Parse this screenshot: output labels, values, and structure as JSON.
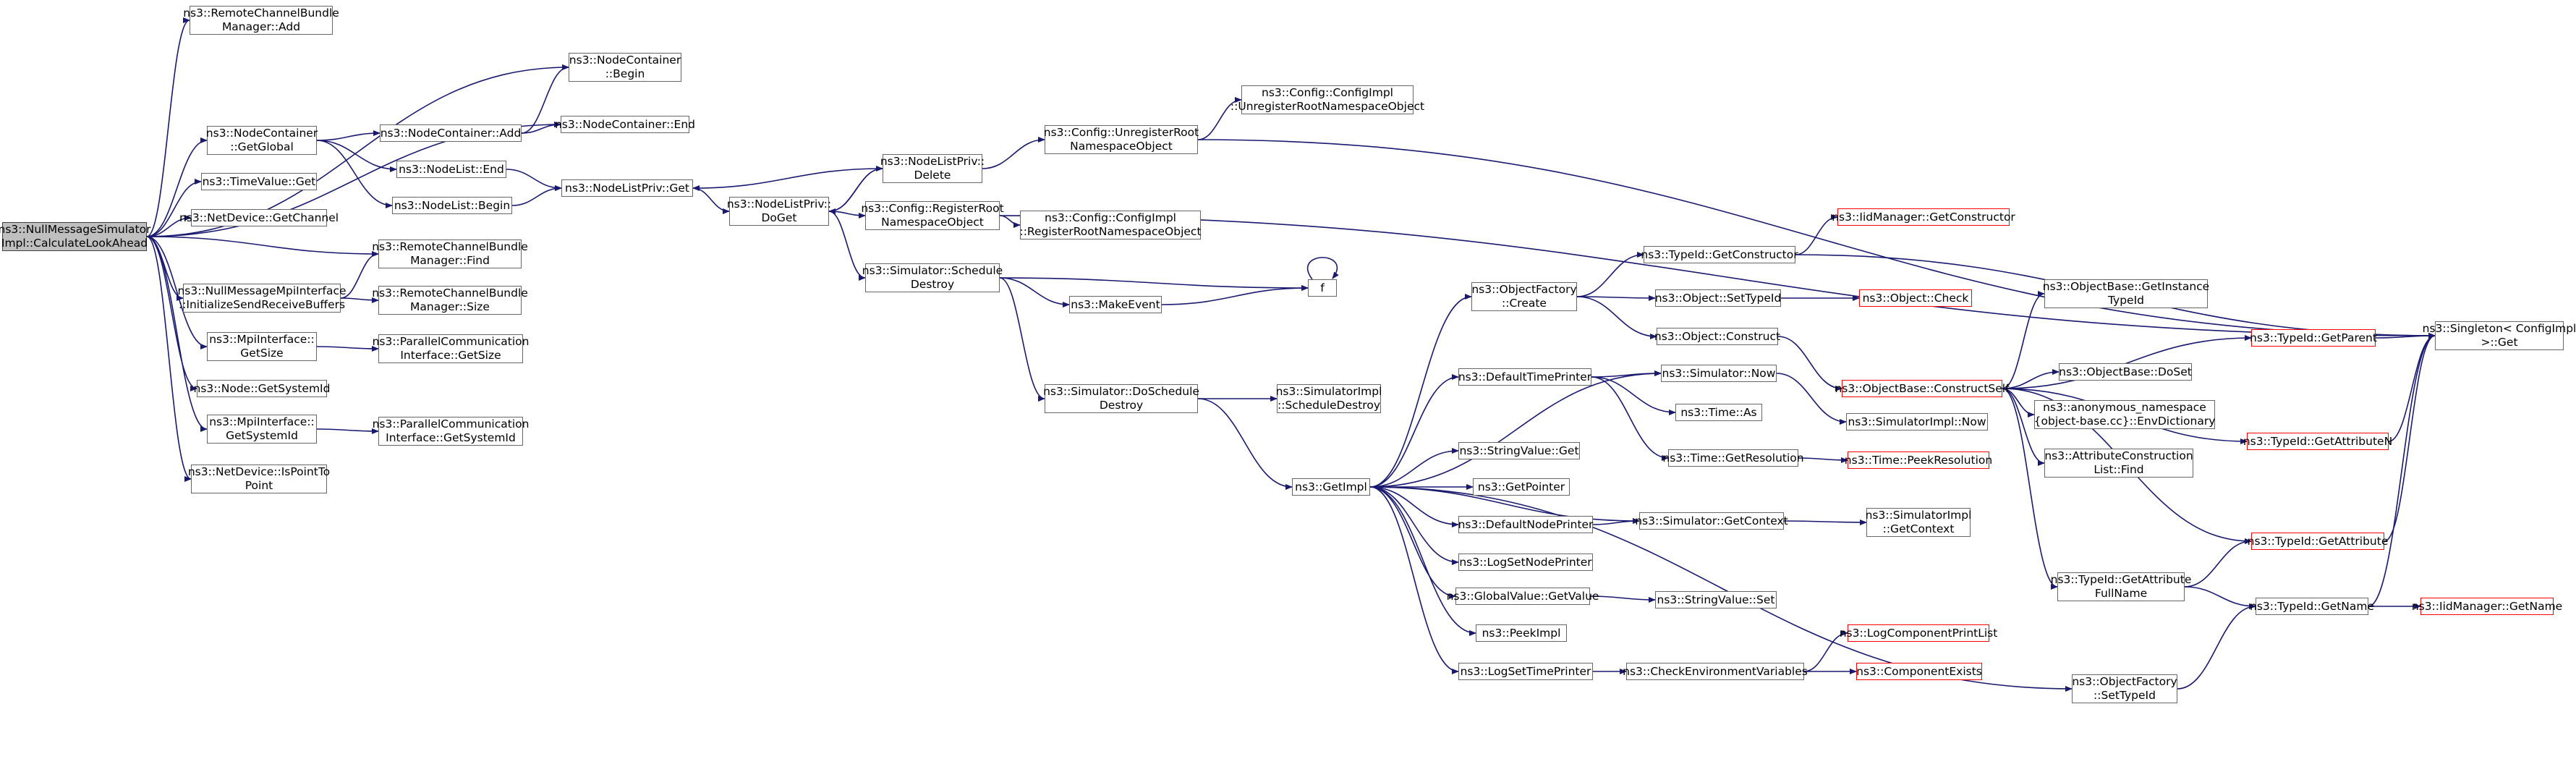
{
  "diagram": {
    "edge_color": "#191970",
    "nodes": [
      {
        "id": "root",
        "label": "ns3::NullMessageSimulator\nImpl::CalculateLookAhead",
        "style": "root"
      },
      {
        "id": "rcb_add",
        "label": "ns3::RemoteChannelBundle\nManager::Add"
      },
      {
        "id": "nc_begin",
        "label": "ns3::NodeContainer\n::Begin"
      },
      {
        "id": "nc_getglobal",
        "label": "ns3::NodeContainer\n::GetGlobal"
      },
      {
        "id": "nc_add",
        "label": "ns3::NodeContainer::Add"
      },
      {
        "id": "nc_end",
        "label": "ns3::NodeContainer::End"
      },
      {
        "id": "nl_end",
        "label": "ns3::NodeList::End"
      },
      {
        "id": "nl_begin",
        "label": "ns3::NodeList::Begin"
      },
      {
        "id": "timevalue_get",
        "label": "ns3::TimeValue::Get"
      },
      {
        "id": "netdev_getchannel",
        "label": "ns3::NetDevice::GetChannel"
      },
      {
        "id": "nlp_get",
        "label": "ns3::NodeListPriv::Get"
      },
      {
        "id": "nlp_doget",
        "label": "ns3::NodeListPriv::\nDoGet"
      },
      {
        "id": "nlp_delete",
        "label": "ns3::NodeListPriv::\nDelete"
      },
      {
        "id": "cfg_unreg",
        "label": "ns3::Config::UnregisterRoot\nNamespaceObject"
      },
      {
        "id": "cfgimpl_unreg",
        "label": "ns3::Config::ConfigImpl\n::UnregisterRootNamespaceObject"
      },
      {
        "id": "cfg_reg",
        "label": "ns3::Config::RegisterRoot\nNamespaceObject"
      },
      {
        "id": "cfgimpl_reg",
        "label": "ns3::Config::ConfigImpl\n::RegisterRootNamespaceObject"
      },
      {
        "id": "rcb_find",
        "label": "ns3::RemoteChannelBundle\nManager::Find"
      },
      {
        "id": "nmmpi_init",
        "label": "ns3::NullMessageMpiInterface\n::InitializeSendReceiveBuffers"
      },
      {
        "id": "rcb_size",
        "label": "ns3::RemoteChannelBundle\nManager::Size"
      },
      {
        "id": "mpi_getsize",
        "label": "ns3::MpiInterface::\nGetSize"
      },
      {
        "id": "pci_getsize",
        "label": "ns3::ParallelCommunication\nInterface::GetSize"
      },
      {
        "id": "node_getsysid",
        "label": "ns3::Node::GetSystemId"
      },
      {
        "id": "mpi_getsysid",
        "label": "ns3::MpiInterface::\nGetSystemId"
      },
      {
        "id": "pci_getsysid",
        "label": "ns3::ParallelCommunication\nInterface::GetSystemId"
      },
      {
        "id": "netdev_ispp",
        "label": "ns3::NetDevice::IsPointTo\nPoint"
      },
      {
        "id": "sim_sched_destroy",
        "label": "ns3::Simulator::Schedule\nDestroy"
      },
      {
        "id": "makeevent",
        "label": "ns3::MakeEvent"
      },
      {
        "id": "f",
        "label": "f"
      },
      {
        "id": "sim_dosched_destroy",
        "label": "ns3::Simulator::DoSchedule\nDestroy"
      },
      {
        "id": "simimpl_sched_destroy",
        "label": "ns3::SimulatorImpl\n::ScheduleDestroy"
      },
      {
        "id": "getimpl",
        "label": "ns3::GetImpl"
      },
      {
        "id": "objfactory_create",
        "label": "ns3::ObjectFactory\n::Create"
      },
      {
        "id": "typeid_getctor",
        "label": "ns3::TypeId::GetConstructor"
      },
      {
        "id": "iidmgr_getctor",
        "label": "ns3::IidManager::GetConstructor",
        "style": "red"
      },
      {
        "id": "object_settypeid",
        "label": "ns3::Object::SetTypeId"
      },
      {
        "id": "object_check",
        "label": "ns3::Object::Check",
        "style": "red"
      },
      {
        "id": "object_construct",
        "label": "ns3::Object::Construct"
      },
      {
        "id": "defaulttimeprinter",
        "label": "ns3::DefaultTimePrinter"
      },
      {
        "id": "sim_now",
        "label": "ns3::Simulator::Now"
      },
      {
        "id": "time_as",
        "label": "ns3::Time::As"
      },
      {
        "id": "simimpl_now",
        "label": "ns3::SimulatorImpl::Now"
      },
      {
        "id": "time_getres",
        "label": "ns3::Time::GetResolution"
      },
      {
        "id": "time_peekres",
        "label": "ns3::Time::PeekResolution",
        "style": "red"
      },
      {
        "id": "stringvalue_get",
        "label": "ns3::StringValue::Get"
      },
      {
        "id": "getpointer",
        "label": "ns3::GetPointer"
      },
      {
        "id": "defaultnodeprinter",
        "label": "ns3::DefaultNodePrinter"
      },
      {
        "id": "sim_getcontext",
        "label": "ns3::Simulator::GetContext"
      },
      {
        "id": "simimpl_getcontext",
        "label": "ns3::SimulatorImpl\n::GetContext"
      },
      {
        "id": "logsetnodeprinter",
        "label": "ns3::LogSetNodePrinter"
      },
      {
        "id": "globalvalue_getvalue",
        "label": "ns3::GlobalValue::GetValue"
      },
      {
        "id": "stringvalue_set",
        "label": "ns3::StringValue::Set"
      },
      {
        "id": "peekimpl",
        "label": "ns3::PeekImpl"
      },
      {
        "id": "logsettimeprinter",
        "label": "ns3::LogSetTimePrinter"
      },
      {
        "id": "checkenv",
        "label": "ns3::CheckEnvironmentVariables"
      },
      {
        "id": "logcompprintlist",
        "label": "ns3::LogComponentPrintList",
        "style": "red"
      },
      {
        "id": "compexists",
        "label": "ns3::ComponentExists",
        "style": "red"
      },
      {
        "id": "objbase_constructself",
        "label": "ns3::ObjectBase::ConstructSelf",
        "style": "red"
      },
      {
        "id": "objbase_getinsttypeid",
        "label": "ns3::ObjectBase::GetInstance\nTypeId"
      },
      {
        "id": "objbase_doset",
        "label": "ns3::ObjectBase::DoSet"
      },
      {
        "id": "anon_envdict",
        "label": "ns3::anonymous_namespace\n{object-base.cc}::EnvDictionary"
      },
      {
        "id": "attrconst_find",
        "label": "ns3::AttributeConstruction\nList::Find"
      },
      {
        "id": "typeid_getparent",
        "label": "ns3::TypeId::GetParent",
        "style": "red"
      },
      {
        "id": "singleton_get",
        "label": "ns3::Singleton< ConfigImpl\n>::Get"
      },
      {
        "id": "typeid_getattrn",
        "label": "ns3::TypeId::GetAttributeN",
        "style": "red"
      },
      {
        "id": "typeid_getattr",
        "label": "ns3::TypeId::GetAttribute",
        "style": "red"
      },
      {
        "id": "typeid_getattrfullname",
        "label": "ns3::TypeId::GetAttribute\nFullName"
      },
      {
        "id": "typeid_getname",
        "label": "ns3::TypeId::GetName"
      },
      {
        "id": "iidmgr_getname",
        "label": "ns3::IidManager::GetName",
        "style": "red"
      },
      {
        "id": "objfactory_settypeid",
        "label": "ns3::ObjectFactory\n::SetTypeId"
      }
    ],
    "edges": [
      [
        "root",
        "rcb_add"
      ],
      [
        "root",
        "nc_begin"
      ],
      [
        "root",
        "nc_end"
      ],
      [
        "root",
        "nc_getglobal"
      ],
      [
        "root",
        "timevalue_get"
      ],
      [
        "root",
        "netdev_getchannel"
      ],
      [
        "root",
        "rcb_find"
      ],
      [
        "root",
        "nmmpi_init"
      ],
      [
        "root",
        "mpi_getsize"
      ],
      [
        "root",
        "node_getsysid"
      ],
      [
        "root",
        "mpi_getsysid"
      ],
      [
        "root",
        "netdev_ispp"
      ],
      [
        "nc_getglobal",
        "nc_add"
      ],
      [
        "nc_getglobal",
        "nl_end"
      ],
      [
        "nc_getglobal",
        "nl_begin"
      ],
      [
        "nc_add",
        "nc_begin"
      ],
      [
        "nc_add",
        "nc_end"
      ],
      [
        "nl_end",
        "nlp_get"
      ],
      [
        "nl_begin",
        "nlp_get"
      ],
      [
        "nlp_get",
        "nlp_doget"
      ],
      [
        "nlp_doget",
        "nlp_delete"
      ],
      [
        "nlp_doget",
        "cfg_reg"
      ],
      [
        "nlp_doget",
        "sim_sched_destroy"
      ],
      [
        "nlp_delete",
        "nlp_get"
      ],
      [
        "nlp_delete",
        "nlp_doget"
      ],
      [
        "nlp_delete",
        "cfg_unreg"
      ],
      [
        "cfg_unreg",
        "cfgimpl_unreg"
      ],
      [
        "cfg_unreg",
        "singleton_get"
      ],
      [
        "cfg_reg",
        "cfgimpl_reg"
      ],
      [
        "cfg_reg",
        "singleton_get"
      ],
      [
        "nmmpi_init",
        "rcb_find"
      ],
      [
        "nmmpi_init",
        "rcb_size"
      ],
      [
        "mpi_getsize",
        "pci_getsize"
      ],
      [
        "mpi_getsysid",
        "pci_getsysid"
      ],
      [
        "sim_sched_destroy",
        "makeevent"
      ],
      [
        "sim_sched_destroy",
        "f"
      ],
      [
        "sim_sched_destroy",
        "sim_dosched_destroy"
      ],
      [
        "makeevent",
        "f"
      ],
      [
        "f",
        "f"
      ],
      [
        "sim_dosched_destroy",
        "simimpl_sched_destroy"
      ],
      [
        "sim_dosched_destroy",
        "getimpl"
      ],
      [
        "getimpl",
        "objfactory_create"
      ],
      [
        "getimpl",
        "defaulttimeprinter"
      ],
      [
        "getimpl",
        "sim_now"
      ],
      [
        "getimpl",
        "stringvalue_get"
      ],
      [
        "getimpl",
        "getpointer"
      ],
      [
        "getimpl",
        "defaultnodeprinter"
      ],
      [
        "getimpl",
        "sim_getcontext"
      ],
      [
        "getimpl",
        "logsetnodeprinter"
      ],
      [
        "getimpl",
        "globalvalue_getvalue"
      ],
      [
        "getimpl",
        "peekimpl"
      ],
      [
        "getimpl",
        "logsettimeprinter"
      ],
      [
        "getimpl",
        "objfactory_settypeid"
      ],
      [
        "objfactory_create",
        "typeid_getctor"
      ],
      [
        "objfactory_create",
        "object_settypeid"
      ],
      [
        "objfactory_create",
        "object_construct"
      ],
      [
        "typeid_getctor",
        "iidmgr_getctor"
      ],
      [
        "typeid_getctor",
        "singleton_get"
      ],
      [
        "object_settypeid",
        "object_check"
      ],
      [
        "object_construct",
        "objbase_constructself"
      ],
      [
        "defaulttimeprinter",
        "sim_now"
      ],
      [
        "defaulttimeprinter",
        "time_as"
      ],
      [
        "defaulttimeprinter",
        "time_getres"
      ],
      [
        "sim_now",
        "simimpl_now"
      ],
      [
        "time_getres",
        "time_peekres"
      ],
      [
        "defaultnodeprinter",
        "sim_getcontext"
      ],
      [
        "sim_getcontext",
        "simimpl_getcontext"
      ],
      [
        "globalvalue_getvalue",
        "stringvalue_set"
      ],
      [
        "logsettimeprinter",
        "checkenv"
      ],
      [
        "checkenv",
        "logcompprintlist"
      ],
      [
        "checkenv",
        "compexists"
      ],
      [
        "objbase_constructself",
        "objbase_getinsttypeid"
      ],
      [
        "objbase_constructself",
        "typeid_getparent"
      ],
      [
        "objbase_constructself",
        "objbase_doset"
      ],
      [
        "objbase_constructself",
        "anon_envdict"
      ],
      [
        "objbase_constructself",
        "attrconst_find"
      ],
      [
        "objbase_constructself",
        "typeid_getattrn"
      ],
      [
        "objbase_constructself",
        "typeid_getattr"
      ],
      [
        "objbase_constructself",
        "typeid_getattrfullname"
      ],
      [
        "typeid_getparent",
        "singleton_get"
      ],
      [
        "typeid_getattrn",
        "singleton_get"
      ],
      [
        "typeid_getattr",
        "singleton_get"
      ],
      [
        "typeid_getattrfullname",
        "typeid_getattr"
      ],
      [
        "typeid_getattrfullname",
        "typeid_getname"
      ],
      [
        "typeid_getname",
        "iidmgr_getname"
      ],
      [
        "typeid_getname",
        "singleton_get"
      ],
      [
        "objfactory_settypeid",
        "typeid_getname"
      ]
    ]
  }
}
